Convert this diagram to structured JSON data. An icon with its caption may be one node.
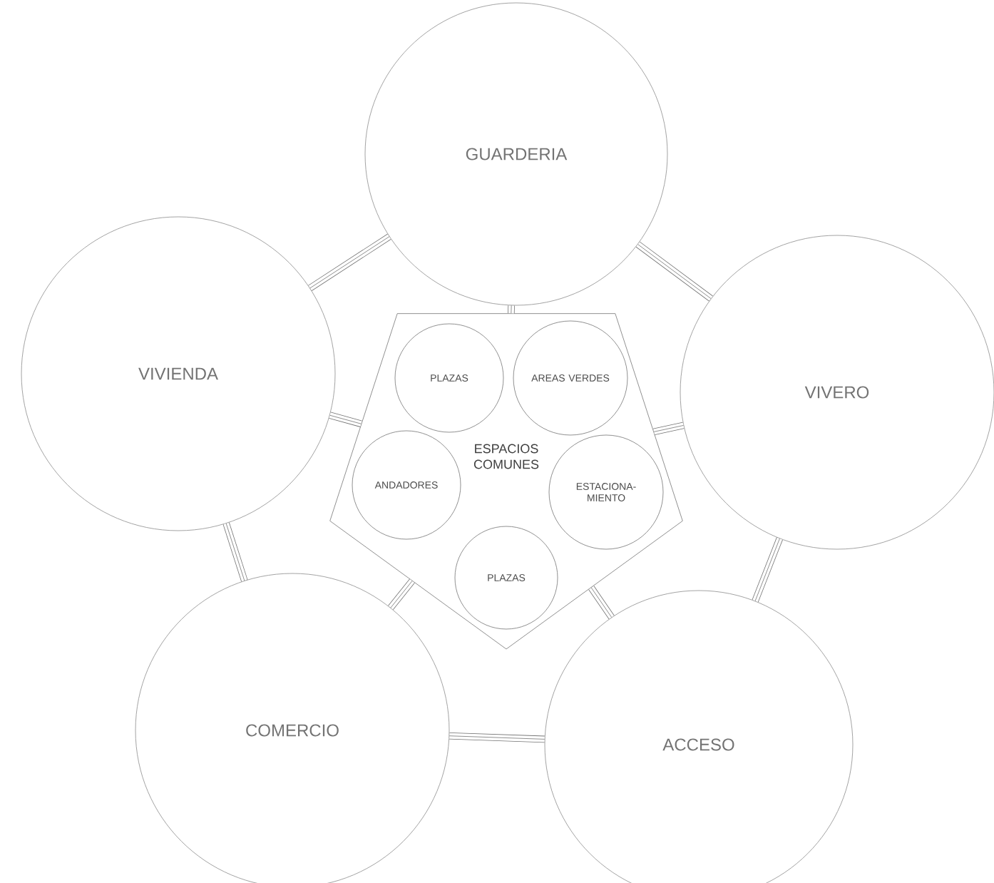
{
  "diagram": {
    "nodes": [
      {
        "text": [
          "GUARDERIA"
        ]
      },
      {
        "text": [
          "VIVIENDA"
        ]
      },
      {
        "text": [
          "ESPACIOS COMUNES"
        ]
      },
      {
        "text": [
          "PLAZAS"
        ],
        "in": 2
      },
      {
        "text": [
          "AREAS VERDES"
        ],
        "in": 2
      },
      {
        "text": [
          "VIVERO"
        ]
      },
      {
        "text": [
          "ANDADORES"
        ],
        "in": 2
      },
      {
        "text": [
          "ESTACIONA- MIENTO"
        ],
        "in": 2
      },
      {
        "text": [
          "PLAZAS"
        ],
        "in": 2
      },
      {
        "text": [
          "COMERCIO"
        ]
      },
      {
        "text": [
          "ACCESO"
        ]
      }
    ],
    "edges": [
      {
        "from": 0,
        "to": 1,
        "arrow": "none"
      },
      {
        "from": 0,
        "to": 5,
        "arrow": "none"
      },
      {
        "from": 0,
        "to": 2,
        "arrow": "none"
      },
      {
        "from": 1,
        "to": 2,
        "arrow": "none"
      },
      {
        "from": 5,
        "to": 2,
        "arrow": "none"
      },
      {
        "from": 1,
        "to": 9,
        "arrow": "none"
      },
      {
        "from": 5,
        "to": 10,
        "arrow": "none"
      },
      {
        "from": 9,
        "to": 10,
        "arrow": "none"
      },
      {
        "from": 9,
        "to": 2,
        "arrow": "none"
      },
      {
        "from": 10,
        "to": 2,
        "arrow": "none"
      }
    ]
  }
}
